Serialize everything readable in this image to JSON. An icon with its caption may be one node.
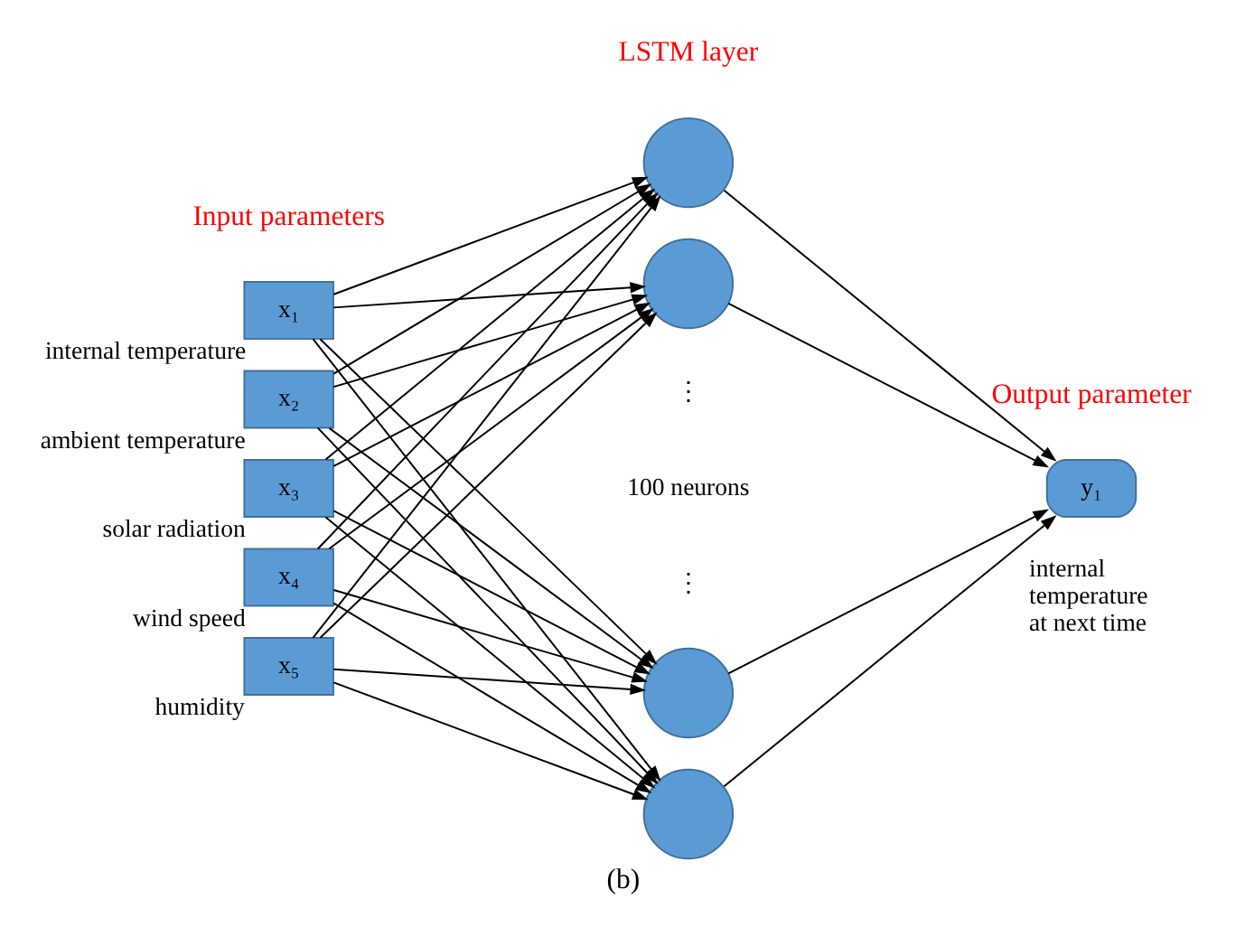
{
  "diagram": {
    "caption": "(b)",
    "nodes": [
      {
        "text": [
          "x₁"
        ],
        "beside": [
          "internal temperature"
        ]
      },
      {
        "text": [
          "x₂"
        ],
        "beside": [
          "ambient temperature"
        ]
      },
      {
        "text": [
          "x₃"
        ],
        "beside": [
          "solar radiation"
        ]
      },
      {
        "text": [
          "x₄"
        ],
        "beside": [
          "wind speed"
        ]
      },
      {
        "text": [
          "x₅"
        ],
        "beside": [
          "humidity"
        ]
      },
      {
        "text": [],
        "shape": "circle"
      },
      {
        "text": [],
        "shape": "circle"
      },
      {
        "text": [],
        "shape": "circle"
      },
      {
        "text": [],
        "shape": "circle"
      },
      {
        "text": [
          "y₁"
        ],
        "beside": [
          "internal temperature at next time"
        ]
      }
    ],
    "edges": [
      {
        "from": 0,
        "to": 5,
        "arrow": "to"
      },
      {
        "from": 0,
        "to": 6,
        "arrow": "to"
      },
      {
        "from": 0,
        "to": 7,
        "arrow": "to"
      },
      {
        "from": 0,
        "to": 8,
        "arrow": "to"
      },
      {
        "from": 1,
        "to": 5,
        "arrow": "to"
      },
      {
        "from": 1,
        "to": 6,
        "arrow": "to"
      },
      {
        "from": 1,
        "to": 7,
        "arrow": "to"
      },
      {
        "from": 1,
        "to": 8,
        "arrow": "to"
      },
      {
        "from": 2,
        "to": 5,
        "arrow": "to"
      },
      {
        "from": 2,
        "to": 6,
        "arrow": "to"
      },
      {
        "from": 2,
        "to": 7,
        "arrow": "to"
      },
      {
        "from": 2,
        "to": 8,
        "arrow": "to"
      },
      {
        "from": 3,
        "to": 5,
        "arrow": "to"
      },
      {
        "from": 3,
        "to": 6,
        "arrow": "to"
      },
      {
        "from": 3,
        "to": 7,
        "arrow": "to"
      },
      {
        "from": 3,
        "to": 8,
        "arrow": "to"
      },
      {
        "from": 4,
        "to": 5,
        "arrow": "to"
      },
      {
        "from": 4,
        "to": 6,
        "arrow": "to"
      },
      {
        "from": 4,
        "to": 7,
        "arrow": "to"
      },
      {
        "from": 4,
        "to": 8,
        "arrow": "to"
      },
      {
        "from": 5,
        "to": 9,
        "arrow": "to"
      },
      {
        "from": 6,
        "to": 9,
        "arrow": "to"
      },
      {
        "from": 7,
        "to": 9,
        "arrow": "to"
      },
      {
        "from": 8,
        "to": 9,
        "arrow": "to"
      }
    ],
    "labels": [
      "Input parameters",
      "LSTM layer",
      "Output parameter",
      "⋮",
      "100 neurons",
      "⋮"
    ]
  }
}
